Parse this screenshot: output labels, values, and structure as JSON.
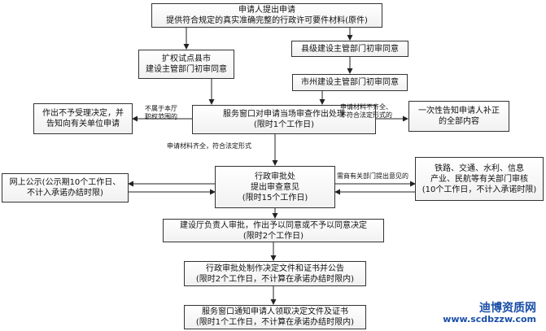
{
  "nodes": {
    "apply": {
      "line1": "申请人提出申请",
      "line2": "提供符合规定的真实准确完整的行政许可要件材料(原件)"
    },
    "county": {
      "line1": "县级建设主管部门初审同意"
    },
    "pilot": {
      "line1": "扩权试点县市",
      "line2": "建设主管部门初审同意"
    },
    "city": {
      "line1": "市州建设主管部门初审同意"
    },
    "reject": {
      "line1": "作出不予受理决定，并",
      "line2": "告知向有关单位申请"
    },
    "window": {
      "line1": "服务窗口对申请当场审查作出处理",
      "line2": "(限时1个工作日)"
    },
    "notify": {
      "line1": "一次性告知申请人补正",
      "line2": "的全部内容"
    },
    "public": {
      "line1": "网上公示(公示期10个工作日、",
      "line2": "不计入承诺办结时限)"
    },
    "review": {
      "line1": "行政审批处",
      "line2": "提出审查意见",
      "line3": "(限时15个工作日)"
    },
    "depts": {
      "line1": "铁路、交通、水利、信息",
      "line2": "产业、民航等有关部门审核",
      "line3": "(10个工作日，不计入承诺时限)"
    },
    "leader": {
      "line1": "建设厅负责人审批，作出予以同意或不予以同意决定",
      "line2": "(限时2个工作日)"
    },
    "issue": {
      "line1": "行政审批处制作决定文件和证书并公告",
      "line2": "(限时2个工作日，不计算在承诺办结时限内)"
    },
    "final": {
      "line1": "服务窗口通知申请人领取决定文件及证书",
      "line2": "(限时1个工作日，不计算在承诺办结时限内)"
    }
  },
  "edge_labels": {
    "out_of_scope_1": "不属于本厅",
    "out_of_scope_2": "职权范围的",
    "incomplete_1": "申请材料不齐全、",
    "incomplete_2": "不符合法定形式的",
    "complete": "申请材料齐全，符合法定形式",
    "consult": "需商有关部门提出意见的"
  },
  "watermark": {
    "line1": "迪博资质网",
    "line2": "www.scdbzzw.com"
  }
}
